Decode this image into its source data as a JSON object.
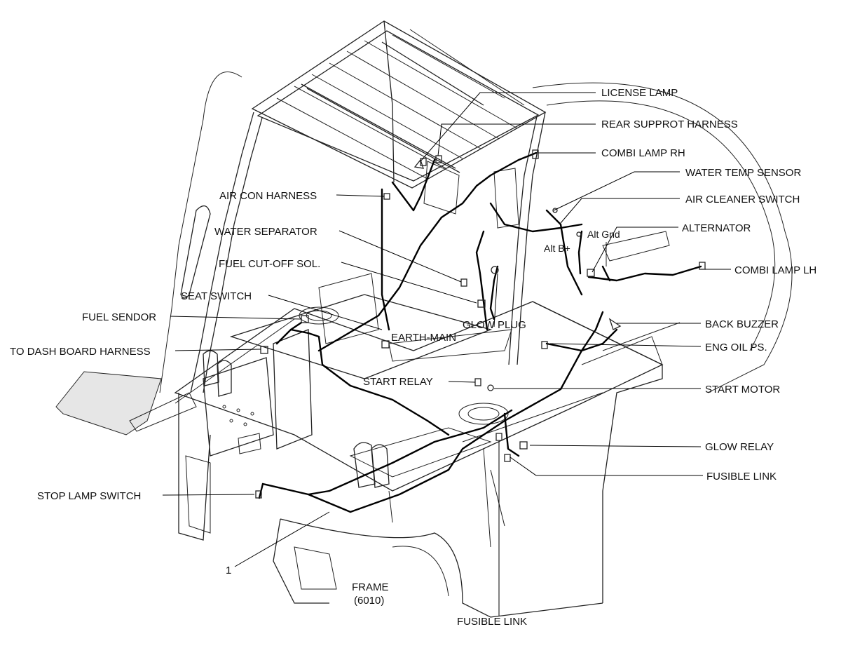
{
  "diagram": {
    "labels": {
      "license_lamp": "LICENSE LAMP",
      "rear_support_harness": "REAR SUPPROT HARNESS",
      "combi_lamp_rh": "COMBI LAMP RH",
      "water_temp_sensor": "WATER TEMP SENSOR",
      "air_cleaner_switch": "AIR CLEANER SWITCH",
      "alternator": "ALTERNATOR",
      "alt_gnd": "Alt Gnd",
      "alt_b_plus": "Alt B+",
      "combi_lamp_lh": "COMBI LAMP LH",
      "back_buzzer": "BACK BUZZER",
      "eng_oil_ps": "ENG OIL PS.",
      "start_motor": "START MOTOR",
      "glow_relay": "GLOW RELAY",
      "fusible_link_right": "FUSIBLE LINK",
      "fusible_link_bottom": "FUSIBLE LINK",
      "air_con_harness": "AIR CON HARNESS",
      "water_separator": "WATER SEPARATOR",
      "fuel_cut_off_sol": "FUEL CUT-OFF SOL.",
      "seat_switch": "SEAT SWITCH",
      "fuel_sendor": "FUEL SENDOR",
      "to_dash_board_harness": "TO DASH BOARD HARNESS",
      "glow_plug": "GLOW PLUG",
      "earth_main": "EARTH-MAIN",
      "start_relay": "START RELAY",
      "stop_lamp_switch": "STOP LAMP SWITCH",
      "callout_1": "1",
      "frame": "FRAME",
      "frame_code": "(6010)"
    }
  }
}
